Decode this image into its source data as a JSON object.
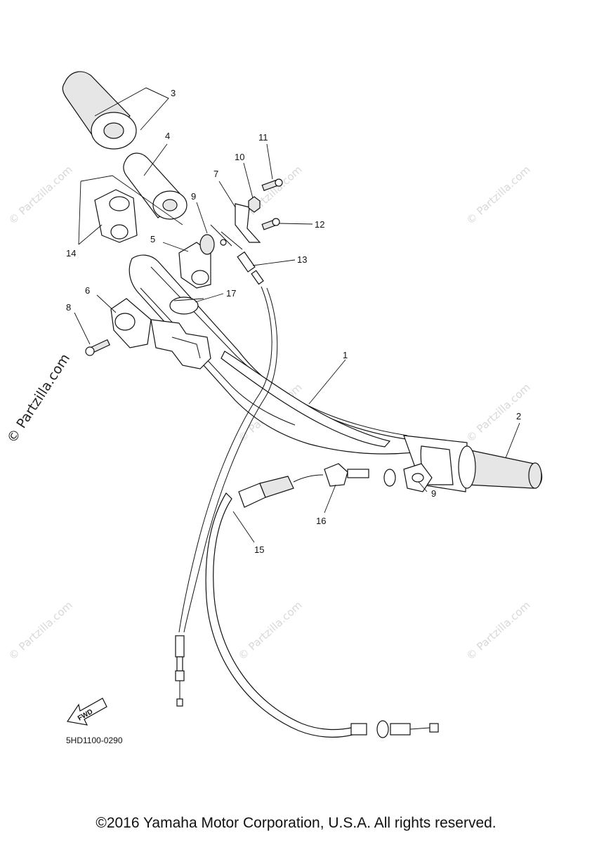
{
  "diagram": {
    "diagram_code": "5HD1100-0290",
    "fwd_label": "FWD",
    "watermark_text": "© Partzilla.com",
    "callouts": [
      {
        "id": "c1",
        "label": "1"
      },
      {
        "id": "c2",
        "label": "2"
      },
      {
        "id": "c3",
        "label": "3"
      },
      {
        "id": "c4",
        "label": "4"
      },
      {
        "id": "c5",
        "label": "5"
      },
      {
        "id": "c6",
        "label": "6"
      },
      {
        "id": "c7",
        "label": "7"
      },
      {
        "id": "c8",
        "label": "8"
      },
      {
        "id": "c9a",
        "label": "9"
      },
      {
        "id": "c9b",
        "label": "9"
      },
      {
        "id": "c10",
        "label": "10"
      },
      {
        "id": "c11",
        "label": "11"
      },
      {
        "id": "c12",
        "label": "12"
      },
      {
        "id": "c13",
        "label": "13"
      },
      {
        "id": "c14",
        "label": "14"
      },
      {
        "id": "c15",
        "label": "15"
      },
      {
        "id": "c16",
        "label": "16"
      },
      {
        "id": "c17",
        "label": "17"
      }
    ]
  },
  "footer": {
    "copyright": "©2016 Yamaha Motor Corporation, U.S.A. All rights reserved."
  }
}
